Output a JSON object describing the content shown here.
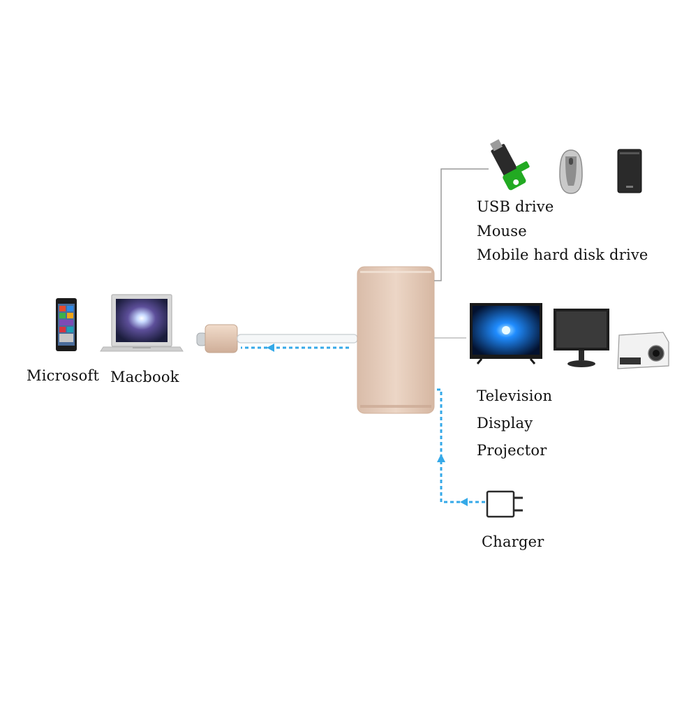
{
  "sources": {
    "phone_label": "Microsoft",
    "laptop_label": "Macbook"
  },
  "usb_group": {
    "items": [
      "USB drive",
      "Mouse",
      "Mobile hard disk drive"
    ],
    "icons": [
      "usb-drive-icon",
      "mouse-icon",
      "hard-disk-icon"
    ]
  },
  "display_group": {
    "items": [
      "Television",
      "Display",
      "Projector"
    ],
    "icons": [
      "television-icon",
      "monitor-icon",
      "projector-icon"
    ]
  },
  "power": {
    "label": "Charger",
    "icon": "charger-icon"
  },
  "colors": {
    "hub_body": "#e3c9b6",
    "signal_arrow": "#35a9e8",
    "connector_line": "#9a9a9a",
    "usb_green": "#22aa22"
  }
}
